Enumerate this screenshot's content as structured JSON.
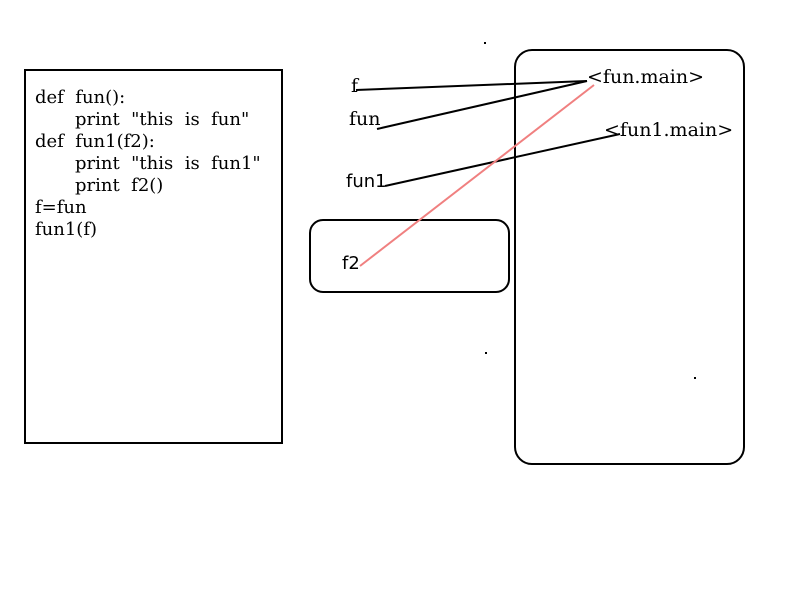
{
  "code": {
    "lines": [
      "def  fun():",
      "print  \"this  is  fun\"",
      "def  fun1(f2):",
      "print  \"this  is  fun1\"",
      "print  f2()",
      "f=fun",
      "fun1(f)"
    ]
  },
  "names": {
    "f": "f",
    "fun": "fun",
    "fun1": "fun1",
    "f2": "f2"
  },
  "objects": {
    "fun_main": "<fun.main>",
    "fun1_main": "<fun1.main>"
  },
  "colors": {
    "reference_line": "#000000",
    "param_line": "#f08080"
  }
}
